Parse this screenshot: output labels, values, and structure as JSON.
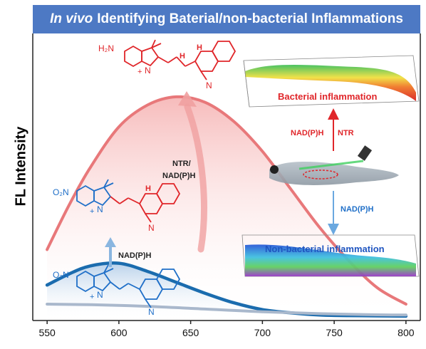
{
  "banner": {
    "title_italic": "In vivo",
    "title_rest": "Identifying Baterial/non-bacterial Inflammations"
  },
  "chart_data": {
    "type": "line",
    "xlabel": "",
    "ylabel": "FL Intensity",
    "x_ticks": [
      550,
      600,
      650,
      700,
      750,
      800
    ],
    "xlim": [
      540,
      810
    ],
    "ylim": [
      0,
      100
    ],
    "series": [
      {
        "color": "#e8787a",
        "x": [
          550,
          565,
          580,
          600,
          620,
          640,
          660,
          680,
          700,
          720,
          740,
          760,
          780,
          800
        ],
        "values": [
          26,
          42,
          56,
          71,
          79,
          82,
          80,
          73,
          62,
          48,
          34,
          22,
          12,
          6
        ]
      },
      {
        "color": "#1b6cae",
        "x": [
          550,
          565,
          580,
          600,
          620,
          640,
          660,
          680,
          700,
          720,
          740,
          760,
          780,
          800
        ],
        "values": [
          13,
          17,
          20,
          21,
          18,
          14,
          10,
          6.5,
          4,
          2.8,
          2,
          1.8,
          1.7,
          1.6
        ]
      },
      {
        "color": "#a9b8cc",
        "x": [
          550,
          580,
          620,
          660,
          700,
          740,
          780,
          800
        ],
        "values": [
          6,
          5.8,
          5.2,
          4.2,
          3.2,
          2.5,
          2.1,
          2.0
        ]
      }
    ]
  },
  "molecules": {
    "top": {
      "nh2": "H₂N",
      "h1": "H",
      "h2": "H",
      "plus": "+",
      "n1": "N",
      "n2": "N"
    },
    "middle": {
      "no2": "O₂N",
      "h": "H",
      "plus": "+",
      "n1": "N",
      "n2": "N"
    },
    "bottom": {
      "no2": "O₂N",
      "plus": "+",
      "n1": "N",
      "n2": "N"
    }
  },
  "arrows": {
    "curve_label_1": "NTR/",
    "curve_label_2": "NAD(P)H",
    "blue_up_label": "NAD(P)H"
  },
  "inset": {
    "bacterial_label": "Bacterial inflammation",
    "nonbacterial_label": "Non-bacterial inflammation",
    "red_arrow_left": "NAD(P)H",
    "red_arrow_right": "NTR",
    "blue_arrow_label": "NAD(P)H"
  },
  "colors": {
    "banner": "#4d79c4",
    "red": "#e0262a",
    "blue": "#1f6fc8",
    "light_red": "#e8787a",
    "dark_blue": "#1b6cae"
  }
}
